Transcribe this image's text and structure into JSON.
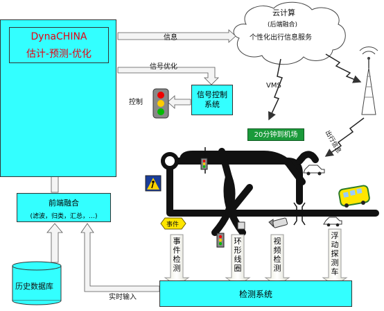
{
  "main_system": {
    "title": "DynaCHINA",
    "subtitle": "估计-预测-优化"
  },
  "cloud": {
    "title": "云计算",
    "line2": "(后端融合)",
    "line3": "个性化出行信息服务"
  },
  "signal_control": {
    "line1": "信号控制",
    "line2": "系统"
  },
  "fusion": {
    "title": "前端融合",
    "detail": "(滤波，归类，汇总，…)"
  },
  "database": {
    "label": "历史数据库"
  },
  "detection_system": {
    "label": "检测系统"
  },
  "arrows": {
    "info": "信息",
    "signal_opt": "信号优化",
    "control": "控制",
    "vms": "VMS",
    "travel_info": "出行信息",
    "realtime_input": "实时输入"
  },
  "vms_sign": {
    "text": "20分钟到机场"
  },
  "incident_sign": {
    "text": "事件"
  },
  "detectors": [
    {
      "label": "事件检测"
    },
    {
      "label": "环形线圈"
    },
    {
      "label": "视频检测"
    },
    {
      "label": "浮动探测车"
    }
  ],
  "colors": {
    "panel_fill": "#33ffff",
    "vms_green": "#1a9a3a",
    "road": "#111111",
    "title_red": "#e60012",
    "arrow_fill": "#f0f0e0"
  }
}
